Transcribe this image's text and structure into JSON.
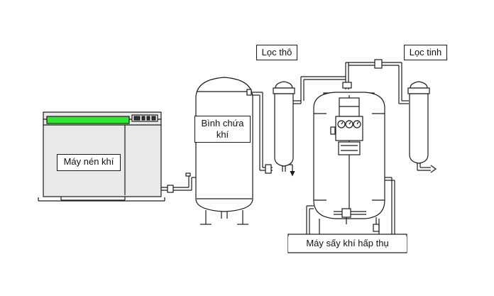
{
  "labels": {
    "compressor": "Máy nén khí",
    "tank_line1": "Bình chứa",
    "tank_line2": "khí",
    "coarse_filter": "Lọc thô",
    "fine_filter": "Lọc tinh",
    "dryer": "Máy sấy khí hấp thụ"
  },
  "colors": {
    "stroke": "#1a1a1a",
    "compressor_panel": "#e9e9e9",
    "status_bar": "#2ee82e",
    "equipment_fill": "#ffffff"
  },
  "icons": [
    "flow-arrow-icon"
  ]
}
